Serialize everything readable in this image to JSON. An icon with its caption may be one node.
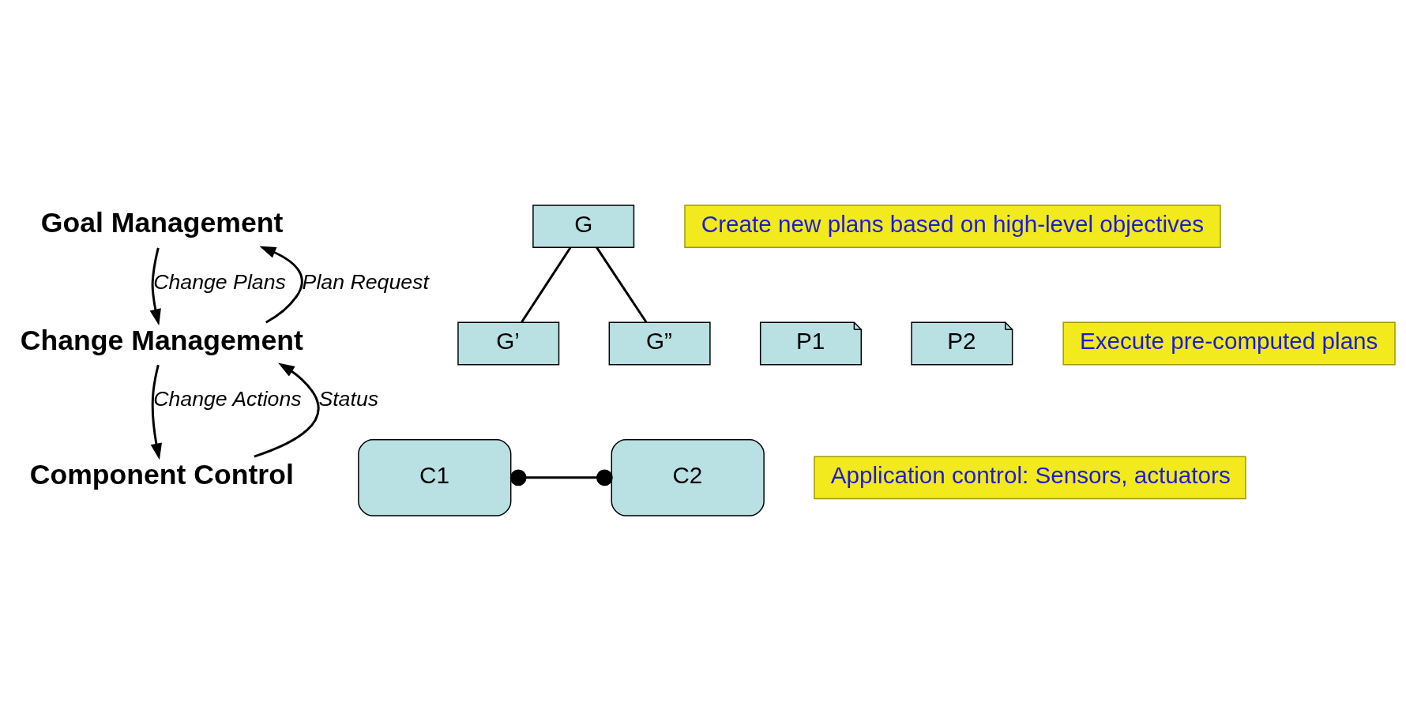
{
  "diagram": {
    "nodes": [
      {
        "text": [
          "Goal Management"
        ]
      },
      {
        "text": [
          "G"
        ]
      },
      {
        "text": [
          "G’"
        ]
      },
      {
        "text": [
          "G”"
        ]
      },
      {
        "text": [
          "Create new plans based on high-level objectives"
        ]
      },
      {
        "text": [
          "Change Management"
        ]
      },
      {
        "text": [
          "P1"
        ]
      },
      {
        "text": [
          "P2"
        ]
      },
      {
        "text": [
          "Execute pre-computed plans"
        ]
      },
      {
        "text": [
          "Component Control"
        ]
      },
      {
        "text": [
          "C1"
        ]
      },
      {
        "text": [
          "C2"
        ]
      },
      {
        "text": [
          "Application control: Sensors, actuators"
        ]
      }
    ],
    "edges": [
      {
        "from": 1,
        "to": 2,
        "arrow": "none"
      },
      {
        "from": 1,
        "to": 3,
        "arrow": "none"
      },
      {
        "from": 5,
        "to": 0,
        "arrow": "to",
        "label": "Plan Request"
      },
      {
        "from": 0,
        "to": 5,
        "arrow": "to",
        "label": "Change Plans"
      },
      {
        "from": 9,
        "to": 5,
        "arrow": "to",
        "label": "Status"
      },
      {
        "from": 5,
        "to": 9,
        "arrow": "to",
        "label": "Change Actions"
      },
      {
        "from": 10,
        "to": 11,
        "arrow": "other"
      }
    ]
  }
}
